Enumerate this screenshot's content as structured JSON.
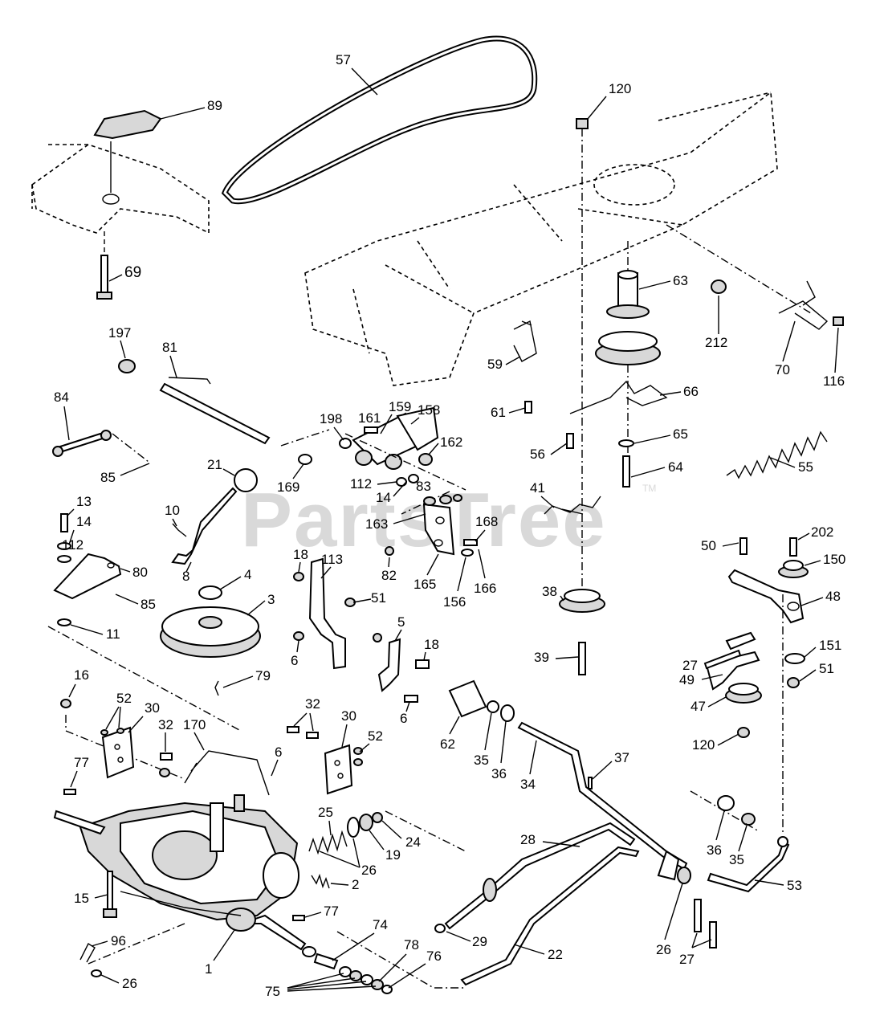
{
  "watermark": {
    "text": "PartsTree",
    "trademark": "TM"
  },
  "callouts": [
    {
      "id": "57"
    },
    {
      "id": "120"
    },
    {
      "id": "89"
    },
    {
      "id": "69"
    },
    {
      "id": "63"
    },
    {
      "id": "212"
    },
    {
      "id": "70"
    },
    {
      "id": "116"
    },
    {
      "id": "197"
    },
    {
      "id": "81"
    },
    {
      "id": "59"
    },
    {
      "id": "61"
    },
    {
      "id": "66"
    },
    {
      "id": "84"
    },
    {
      "id": "198"
    },
    {
      "id": "161"
    },
    {
      "id": "159"
    },
    {
      "id": "158"
    },
    {
      "id": "162"
    },
    {
      "id": "65"
    },
    {
      "id": "56"
    },
    {
      "id": "64"
    },
    {
      "id": "55"
    },
    {
      "id": "85"
    },
    {
      "id": "21"
    },
    {
      "id": "169"
    },
    {
      "id": "112"
    },
    {
      "id": "14"
    },
    {
      "id": "83"
    },
    {
      "id": "41"
    },
    {
      "id": "13"
    },
    {
      "id": "14"
    },
    {
      "id": "10"
    },
    {
      "id": "163"
    },
    {
      "id": "168"
    },
    {
      "id": "50"
    },
    {
      "id": "202"
    },
    {
      "id": "150"
    },
    {
      "id": "112"
    },
    {
      "id": "80"
    },
    {
      "id": "8"
    },
    {
      "id": "82"
    },
    {
      "id": "165"
    },
    {
      "id": "156"
    },
    {
      "id": "166"
    },
    {
      "id": "18"
    },
    {
      "id": "113"
    },
    {
      "id": "4"
    },
    {
      "id": "38"
    },
    {
      "id": "48"
    },
    {
      "id": "85"
    },
    {
      "id": "3"
    },
    {
      "id": "51"
    },
    {
      "id": "11"
    },
    {
      "id": "6"
    },
    {
      "id": "5"
    },
    {
      "id": "18"
    },
    {
      "id": "27"
    },
    {
      "id": "39"
    },
    {
      "id": "151"
    },
    {
      "id": "51"
    },
    {
      "id": "79"
    },
    {
      "id": "16"
    },
    {
      "id": "49"
    },
    {
      "id": "52"
    },
    {
      "id": "30"
    },
    {
      "id": "6"
    },
    {
      "id": "62"
    },
    {
      "id": "47"
    },
    {
      "id": "32"
    },
    {
      "id": "32"
    },
    {
      "id": "30"
    },
    {
      "id": "170"
    },
    {
      "id": "35"
    },
    {
      "id": "36"
    },
    {
      "id": "52"
    },
    {
      "id": "120"
    },
    {
      "id": "6"
    },
    {
      "id": "34"
    },
    {
      "id": "37"
    },
    {
      "id": "77"
    },
    {
      "id": "25"
    },
    {
      "id": "24"
    },
    {
      "id": "28"
    },
    {
      "id": "19"
    },
    {
      "id": "36"
    },
    {
      "id": "26"
    },
    {
      "id": "35"
    },
    {
      "id": "15"
    },
    {
      "id": "2"
    },
    {
      "id": "53"
    },
    {
      "id": "77"
    },
    {
      "id": "29"
    },
    {
      "id": "74"
    },
    {
      "id": "26"
    },
    {
      "id": "22"
    },
    {
      "id": "96"
    },
    {
      "id": "78"
    },
    {
      "id": "76"
    },
    {
      "id": "27"
    },
    {
      "id": "1"
    },
    {
      "id": "26"
    },
    {
      "id": "75"
    }
  ]
}
